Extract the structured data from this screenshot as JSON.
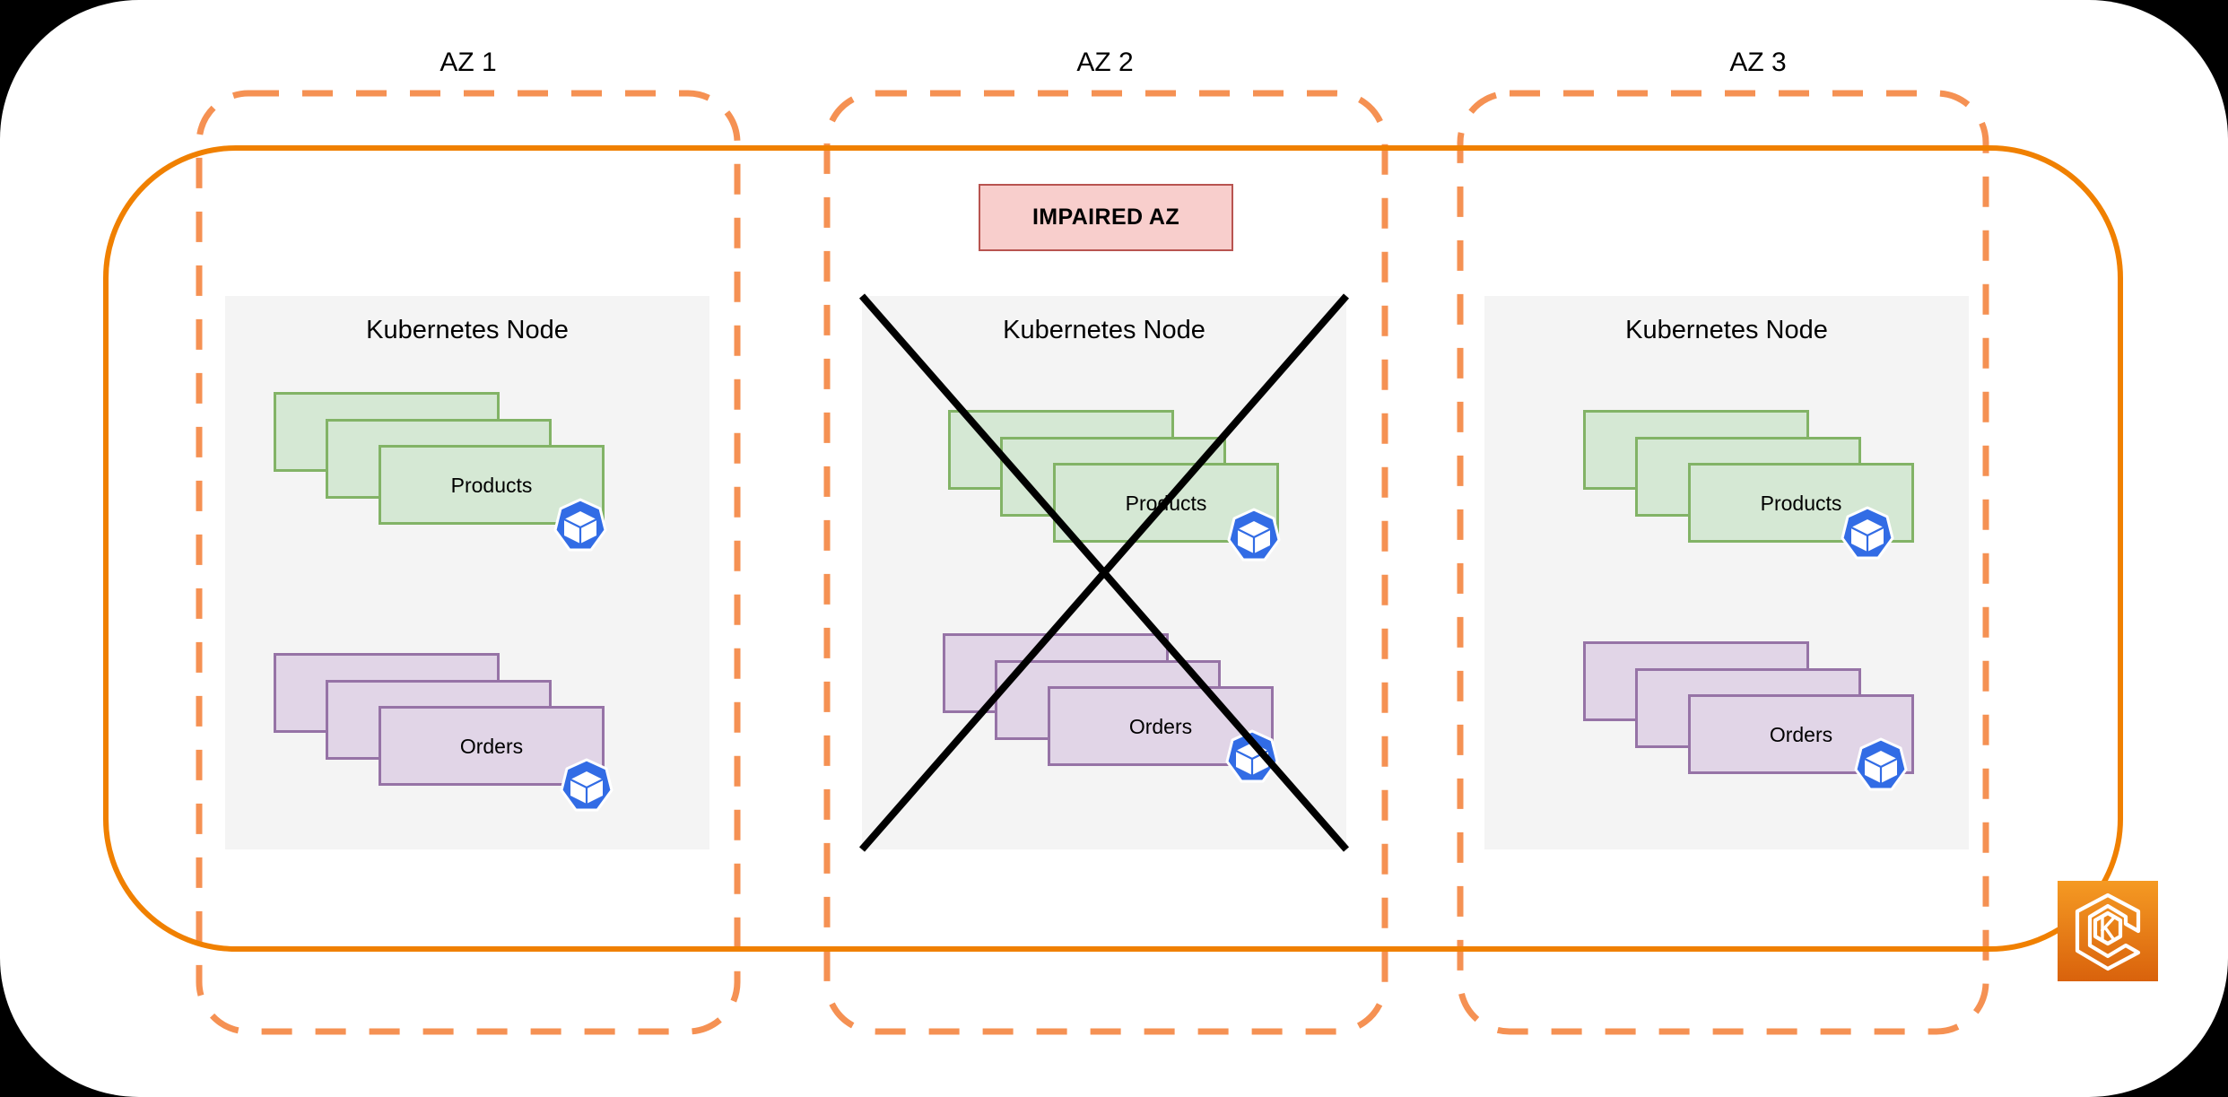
{
  "diagram": {
    "title": "Multi-AZ Kubernetes cluster with one impaired availability zone",
    "colors": {
      "canvas_background": "#000000",
      "card_background": "#ffffff",
      "cluster_border": "#F08000",
      "az_border": "#F59153",
      "node_fill": "#F4F4F4",
      "pod_green_fill": "#D5E8D4",
      "pod_green_stroke": "#82B366",
      "pod_purple_fill": "#E1D5E7",
      "pod_purple_stroke": "#9673A6",
      "impaired_fill": "#F8CECC",
      "impaired_stroke": "#B85450",
      "k8s_blue": "#326CE5",
      "eks_orange_top": "#F59A23",
      "eks_orange_bottom": "#D9620C",
      "cross_out": "#000000"
    }
  },
  "cluster": {
    "name": "eks-cluster-boundary",
    "badge": {
      "name": "amazon-eks-logo",
      "letter": "K"
    }
  },
  "availability_zones": [
    {
      "id": "az1",
      "label": "AZ 1",
      "impaired": false,
      "node": {
        "title": "Kubernetes Node",
        "workloads": [
          {
            "name": "products",
            "label": "Products",
            "color": "green",
            "replicas": 3
          },
          {
            "name": "orders",
            "label": "Orders",
            "color": "purple",
            "replicas": 3
          }
        ]
      }
    },
    {
      "id": "az2",
      "label": "AZ 2",
      "impaired": true,
      "impaired_badge": "IMPAIRED AZ",
      "node": {
        "title": "Kubernetes Node",
        "workloads": [
          {
            "name": "products",
            "label": "Products",
            "color": "green",
            "replicas": 3
          },
          {
            "name": "orders",
            "label": "Orders",
            "color": "purple",
            "replicas": 3
          }
        ]
      }
    },
    {
      "id": "az3",
      "label": "AZ 3",
      "impaired": false,
      "node": {
        "title": "Kubernetes Node",
        "workloads": [
          {
            "name": "products",
            "label": "Products",
            "color": "green",
            "replicas": 3
          },
          {
            "name": "orders",
            "label": "Orders",
            "color": "purple",
            "replicas": 3
          }
        ]
      }
    }
  ]
}
